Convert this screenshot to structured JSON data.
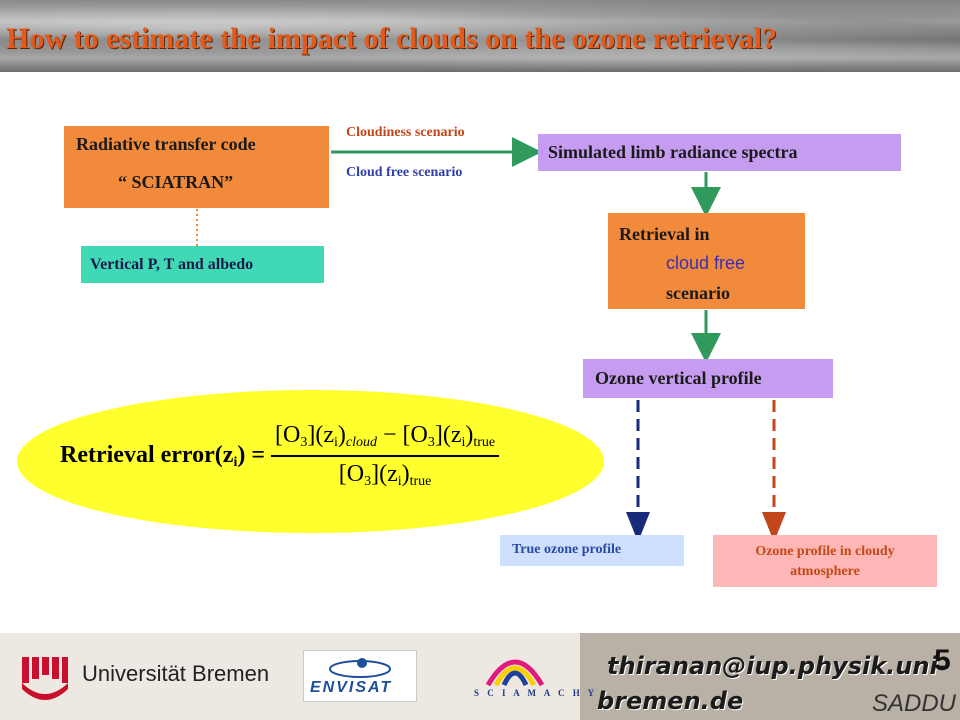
{
  "title": "How to estimate the impact of clouds on the ozone retrieval?",
  "diagram": {
    "rt_code": {
      "line1": "Radiative transfer code",
      "line2": "“ SCIATRAN”"
    },
    "vertical_input": "Vertical P, T and albedo",
    "scenario_cloudiness": "Cloudiness scenario",
    "scenario_cloudfree": "Cloud free scenario",
    "simulated": "Simulated limb radiance spectra",
    "retrieval": {
      "line1": "Retrieval in",
      "line2": "cloud free",
      "line3": "scenario"
    },
    "ozone_profile": "Ozone vertical profile",
    "true_profile": "True ozone profile",
    "cloudy_profile": {
      "line1": "Ozone profile in cloudy",
      "line2": "atmosphere"
    },
    "formula": {
      "lhs": "Retrieval error(z",
      "lhs_sub": "i",
      "lhs_close": ") =",
      "num_a": "[O",
      "num_a_sub": "3",
      "num_b": "](z",
      "num_b_sub": "i",
      "num_c": ")",
      "num_c_sub": "cloud",
      "num_minus": " − [O",
      "num_d_sub": "3",
      "num_e": "](z",
      "num_e_sub": "i",
      "num_f": ")",
      "num_f_sub": "true",
      "den_a": "[O",
      "den_a_sub": "3",
      "den_b": "](z",
      "den_b_sub": "i",
      "den_c": ")",
      "den_c_sub": "true"
    },
    "colors": {
      "orange_box": "#f28a3c",
      "purple_box": "#c59cf0",
      "teal_box": "#3fd9b5",
      "ellipse": "#ffff2e",
      "green_arrow": "#2f9a5c",
      "navy_dash": "#1a2a7a",
      "red_dash": "#c2471b"
    }
  },
  "footer": {
    "university": "Universität Bremen",
    "envisat": "ENVISAT",
    "sciamachy": "S C I A M A C H Y",
    "email_line1": "thiranan@iup.physik.uni-",
    "email_line2": "bremen.de",
    "page_number": "5",
    "event": "SADDU"
  }
}
